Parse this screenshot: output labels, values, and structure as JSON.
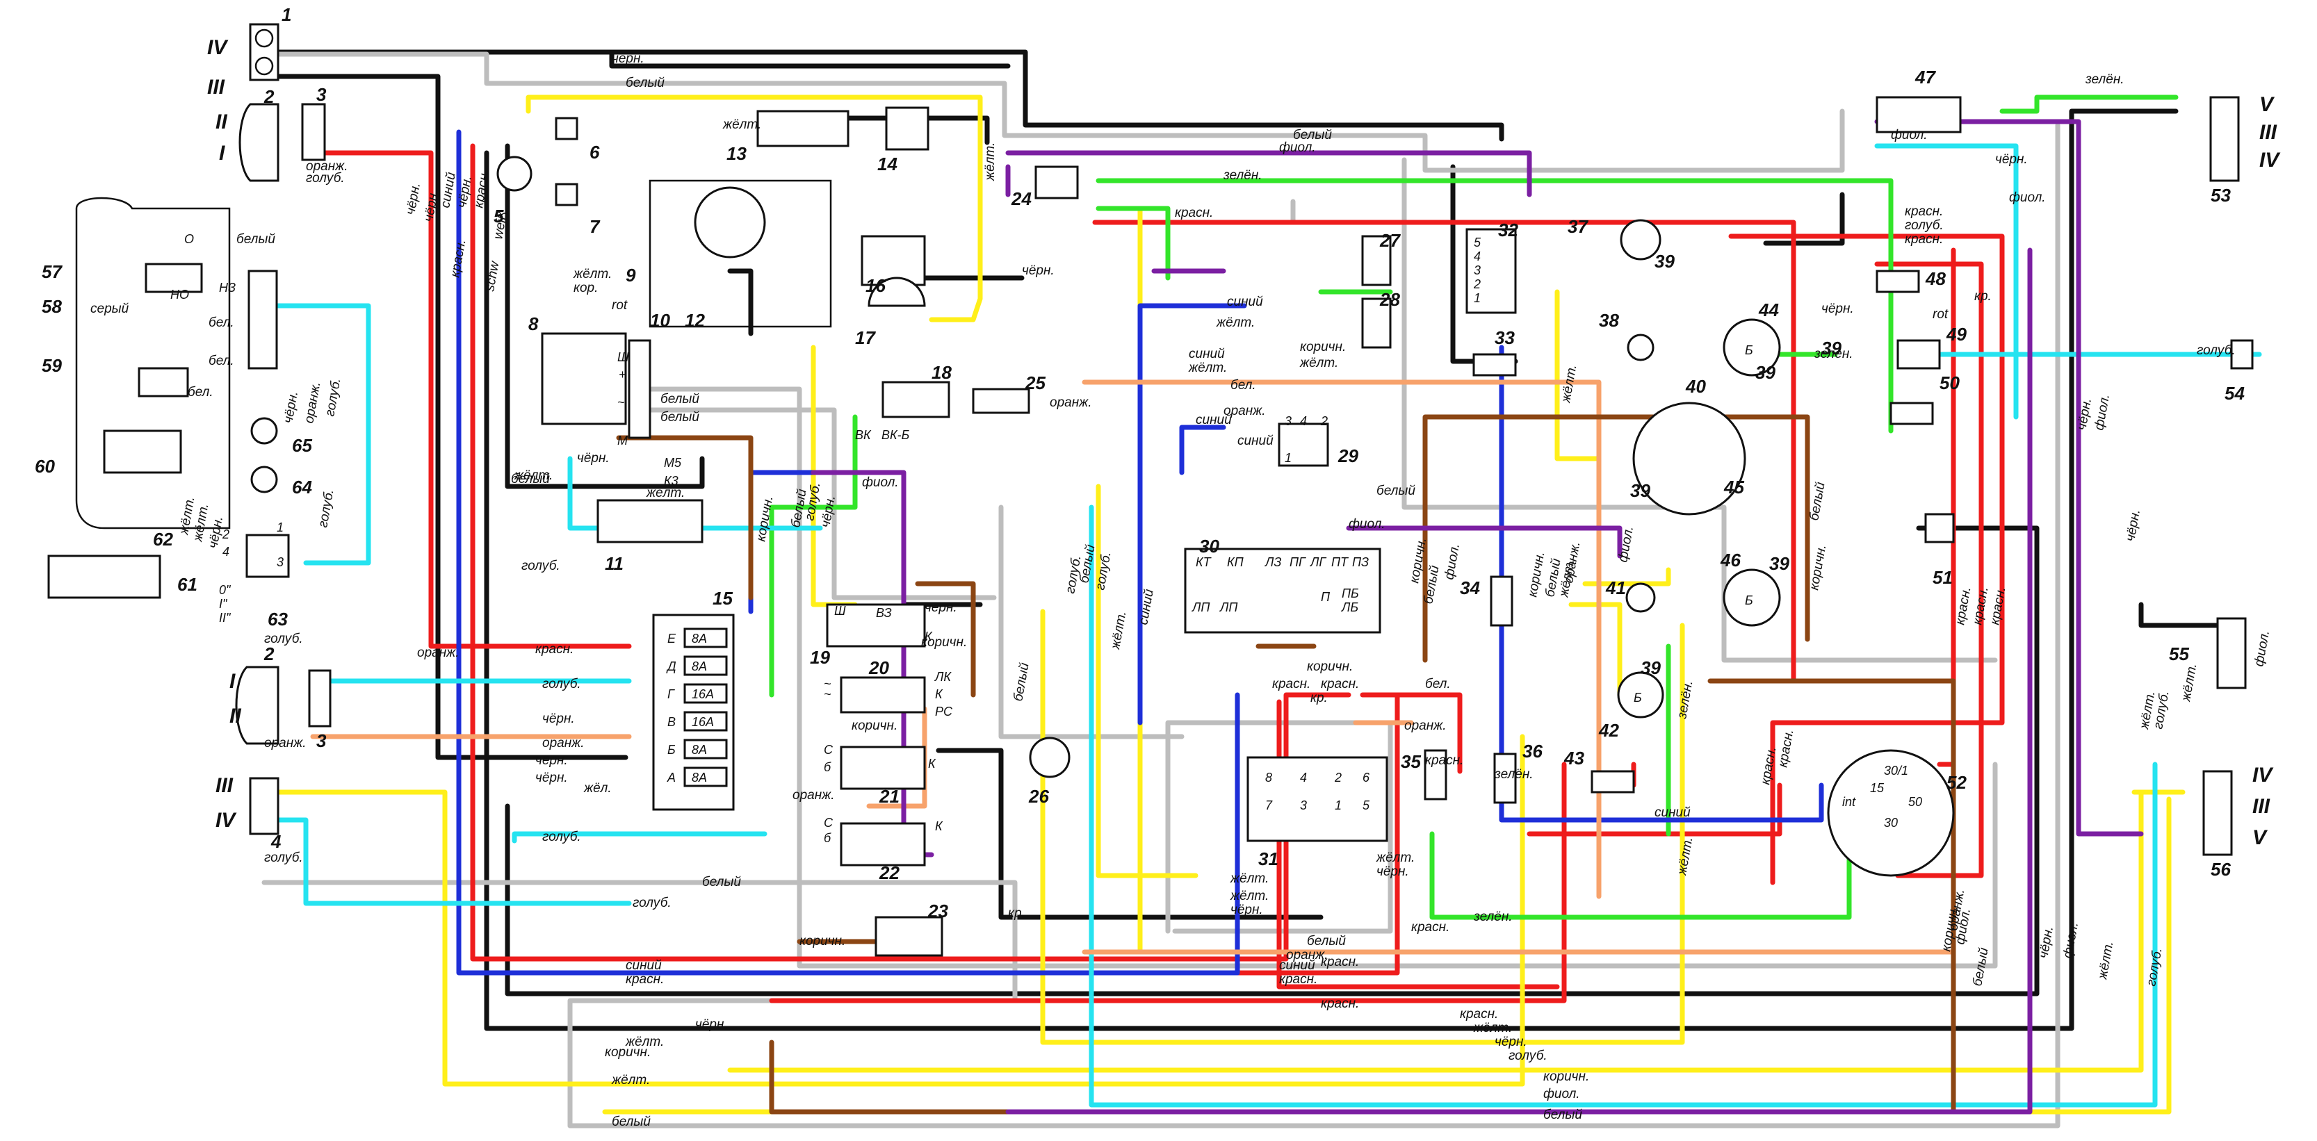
{
  "colors": {
    "black": "#111111",
    "white": "#bdbdbd",
    "red": "#ee1c1c",
    "yellow": "#ffef1a",
    "green": "#33e52a",
    "blue": "#1e2fd8",
    "lightblue": "#25e3f0",
    "orange": "#f7a26b",
    "brown": "#8b4513",
    "violet": "#7b1fa2",
    "darkred": "#a0281e"
  },
  "roman": {
    "r1": "IV",
    "r2": "III",
    "r3": "II",
    "r4": "I",
    "r5": "V",
    "r6": "III",
    "r7": "IV",
    "r8": "I",
    "r9": "II",
    "r10": "III",
    "r11": "IV",
    "r12": "IV",
    "r13": "III",
    "r14": "V"
  },
  "components": {
    "c1": "1",
    "c2": "2",
    "c3": "3",
    "c4": "4",
    "c5": "5",
    "c6": "6",
    "c7": "7",
    "c8": "8",
    "c9": "9",
    "c10": "10",
    "c11": "11",
    "c12": "12",
    "c13": "13",
    "c14": "14",
    "c15": "15",
    "c16": "16",
    "c17": "17",
    "c18": "18",
    "c19": "19",
    "c20": "20",
    "c21": "21",
    "c22": "22",
    "c23": "23",
    "c24": "24",
    "c25": "25",
    "c26": "26",
    "c27": "27",
    "c28": "28",
    "c29": "29",
    "c30": "30",
    "c31": "31",
    "c32": "32",
    "c33": "33",
    "c34": "34",
    "c35": "35",
    "c36": "36",
    "c37": "37",
    "c38": "38",
    "c39": "39",
    "c40": "40",
    "c41": "41",
    "c42": "42",
    "c43": "43",
    "c44": "44",
    "c45": "45",
    "c46": "46",
    "c47": "47",
    "c48": "48",
    "c49": "49",
    "c50": "50",
    "c51": "51",
    "c52": "52",
    "c53": "53",
    "c54": "54",
    "c55": "55",
    "c56": "56",
    "c57": "57",
    "c58": "58",
    "c59": "59",
    "c60": "60",
    "c61": "61",
    "c62": "62",
    "c63": "63",
    "c64": "64",
    "c65": "65",
    "c2b": "2",
    "c3b": "3",
    "c39b": "39",
    "c39c": "39",
    "c39d": "39",
    "c39e": "39",
    "c39f": "39"
  },
  "wire_labels": {
    "l1": "чёрн.",
    "l2": "белый",
    "l3": "жёлт.",
    "l4": "чёрн.",
    "l5": "белый",
    "l6": "фиол.",
    "l7": "зелён.",
    "l8": "красн.",
    "l9": "жёлт.",
    "l10": "чёрн.",
    "l11": "синий",
    "l12": "жёлт.",
    "l13": "бел.",
    "l14": "коричн.",
    "l15": "жёлт.",
    "l16": "оранж.",
    "l17": "белый",
    "l18": "белый",
    "l19": "белый",
    "l20": "жёлт.",
    "l21": "голуб.",
    "l22": "красн.",
    "l23": "голуб.",
    "l24": "чёрн.",
    "l25": "оранж.",
    "l26": "чёрн.",
    "l27": "чёрн.",
    "l28": "жёл.",
    "l29": "голуб.",
    "l30": "белый",
    "l31": "голуб.",
    "l32": "жёлт.",
    "l33": "жёлт.",
    "l34": "чёрн.",
    "l35": "белый",
    "l36": "оранж.",
    "l37": "синий",
    "l38": "красн.",
    "l39": "красн.",
    "l40": "красн.",
    "l41": "чёрн.",
    "l42": "жёлт.",
    "l43": "жёлт.",
    "l44": "чёрн.",
    "l45": "голуб.",
    "l46": "коричн.",
    "l47": "фиол.",
    "l48": "белый",
    "l49": "белый",
    "l50": "фиол.",
    "l51": "фиол.",
    "l52": "зелён.",
    "l53": "белый",
    "l54": "фиол.",
    "l55": "голуб.",
    "l56": "красн.",
    "l57": "голуб.",
    "l58": "кр.",
    "l59": "rot",
    "l60": "зелён.",
    "l61": "чёрн.",
    "l62": "фиол.",
    "l63": "красн.",
    "l64": "жёлт.",
    "l65": "коричн.",
    "l66": "оранж.",
    "l67": "бел.",
    "l68": "синий",
    "l69": "зелён.",
    "l70": "жёлт.",
    "l71": "чёрн.",
    "l72": "фиол.",
    "l73": "оранж.",
    "l74": "коричн.",
    "l75": "синий",
    "l76": "белый",
    "l77": "красн.",
    "l78": "коричн.",
    "l79": "красн.",
    "l80": "кр.",
    "l81": "коричн.",
    "l82": "оранж.",
    "l83": "коричн.",
    "l84": "красн.",
    "l85": "зелён.",
    "l86": "голуб.",
    "l87": "оранж.",
    "l88": "голуб.",
    "l89": "красн.",
    "l90": "красн.",
    "l91": "голуб.",
    "l92": "красн.",
    "l93": "красн.",
    "l94": "чёрн.",
    "l95": "красн.",
    "l96": "красн.",
    "l97": "голуб.",
    "l98": "чёрн.",
    "l99": "белый",
    "l100": "голуб.",
    "l101": "оранж.",
    "l102": "белый",
    "l103": "синий",
    "l104": "красн.",
    "l105": "чёрн.",
    "l106": "фиол.",
    "l107": "чёрн.",
    "l108": "чёрн.",
    "l109": "красн.",
    "l110": "красн.",
    "l111": "синий",
    "l112": "чёрн.",
    "l113": "schw",
    "l114": "weiß",
    "l115": "серый",
    "l116": "белый",
    "l117": "бел.",
    "l118": "бел.",
    "l119": "бел.",
    "l120": "голуб.",
    "l121": "оранж.",
    "l122": "оранж.",
    "l123": "голуб.",
    "l124": "жёлт.",
    "l125": "чёрн.",
    "l126": "жёлт.",
    "l127": "жёлт.",
    "l128": "чёрн.",
    "l129": "жёлт.",
    "l130": "жёлт.",
    "l131": "чёрн.",
    "l132": "жёлт.",
    "l133": "жёлт.",
    "l134": "жёлт.",
    "l135": "чёрн.",
    "l136": "красн.",
    "l137": "оранж.",
    "l138": "синий",
    "l139": "красн.",
    "l140": "жёлт.",
    "l141": "кор.",
    "l142": "rot",
    "l143": "коричн.",
    "l144": "белый",
    "l145": "голуб.",
    "l146": "голуб.",
    "l147": "жёлт.",
    "l148": "коричн.",
    "l149": "белый",
    "l150": "фиол.",
    "l151": "чёрн.",
    "l152": "голуб.",
    "l153": "чёрн.",
    "l154": "чёрн.",
    "l155": "чёрн.",
    "l156": "голуб.",
    "l157": "жёлт.",
    "l158": "фиол.",
    "l159": "чёрн.",
    "l160": "красн.",
    "l161": "коричн.",
    "l162": "зелён.",
    "l163": "красн.",
    "l164": "красн.",
    "l165": "жёлт.",
    "l166": "голуб.",
    "l167": "белый",
    "l168": "коричн.",
    "l169": "фиол.",
    "l170": "белый",
    "l171": "жёлт.",
    "l172": "голуб.",
    "l173": "коричн.",
    "l174": "фиол."
  },
  "pins": {
    "p_sh": "Ш",
    "p_plus": "+",
    "p_tilde": "~",
    "p_m": "М",
    "p_m5": "М5",
    "p_k3": "К3",
    "p_vk": "ВК",
    "p_vkb": "ВК-Б",
    "p_vz": "ВЗ",
    "p_sh2": "Ш",
    "p_k1": "К",
    "p_lk": "ЛК",
    "p_k2": "К",
    "p_rs": "РС",
    "p_s1": "С",
    "p_b1": "б",
    "p_k3b": "К",
    "p_s2": "С",
    "p_b2": "б",
    "p_k4": "К",
    "p_tl1": "~",
    "p_tl2": "~",
    "p_int": "int",
    "p_30": "30",
    "p_50": "50",
    "p_15": "15",
    "p_30_1": "30/1",
    "p_o": "О",
    "p_no": "НО",
    "p_nz": "НЗ",
    "p_kt": "КТ",
    "p_kp": "КП",
    "p_lz": "ЛЗ",
    "p_pg": "ПГ",
    "p_lg": "ЛГ",
    "p_pt": "ПТ",
    "p_pz": "ПЗ",
    "p_lp": "ЛП",
    "p_lp2": "ЛП",
    "p_p": "П",
    "p_pb": "ПБ",
    "p_lb": "ЛБ",
    "p_n8": "8",
    "p_n4": "4",
    "p_n2": "2",
    "p_n6": "6",
    "p_n7": "7",
    "p_n3": "3",
    "p_n1": "1",
    "p_n5": "5",
    "p_29a": "3",
    "p_29b": "4",
    "p_29c": "2",
    "p_29d": "1",
    "p_63a": "2",
    "p_63b": "1",
    "p_63c": "4",
    "p_63d": "3",
    "p_63e": "0\"",
    "p_63f": "I\"",
    "p_63g": "II\"",
    "p_42a": "Б",
    "p_44a": "Б",
    "p_46a": "Б",
    "p_32a": "1",
    "p_32b": "2",
    "p_32c": "3",
    "p_32d": "4",
    "p_32e": "5"
  },
  "fuses": {
    "f1": {
      "letter": "Е",
      "rating": "8А"
    },
    "f2": {
      "letter": "Д",
      "rating": "8А"
    },
    "f3": {
      "letter": "Г",
      "rating": "16А"
    },
    "f4": {
      "letter": "В",
      "rating": "16А"
    },
    "f5": {
      "letter": "Б",
      "rating": "8А"
    },
    "f6": {
      "letter": "А",
      "rating": "8А"
    }
  }
}
